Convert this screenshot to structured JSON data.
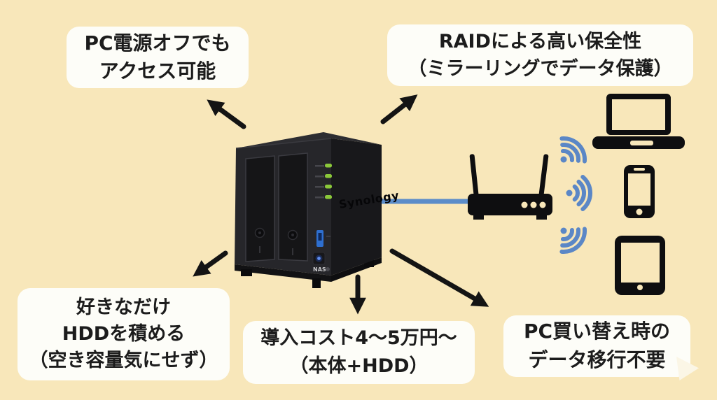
{
  "background_color": "#f8e7ba",
  "colors": {
    "bubble_bg": "#fdfdf8",
    "text_black": "#1c1c1c",
    "arrow_black": "#141414",
    "wifi_blue": "#5b87c6",
    "cable_blue": "#5b8cc9",
    "led_green": "#8bc83a",
    "usb_blue": "#2e6fd0",
    "power_led_blue": "#5f8df0"
  },
  "bubbles": {
    "power_off": {
      "lines": [
        "PC電源オフでも",
        "アクセス可能"
      ]
    },
    "raid": {
      "lines": [
        "RAIDによる高い保全性",
        "（ミラーリングでデータ保護）"
      ]
    },
    "hdd_capacity": {
      "lines": [
        "好きなだけ",
        "HDDを積める",
        "（空き容量気にせず）"
      ]
    },
    "cost": {
      "lines": [
        "導入コスト4〜5万円〜",
        "（本体+HDD）"
      ]
    },
    "migration": {
      "lines": [
        "PC買い替え時の",
        "データ移行不要"
      ]
    }
  },
  "nas": {
    "brand": "Synology",
    "front_label": "NAS"
  },
  "icons": [
    "nas-device",
    "router-icon",
    "wifi-icon",
    "laptop-icon",
    "smartphone-icon",
    "tablet-icon",
    "arrow-icon"
  ]
}
